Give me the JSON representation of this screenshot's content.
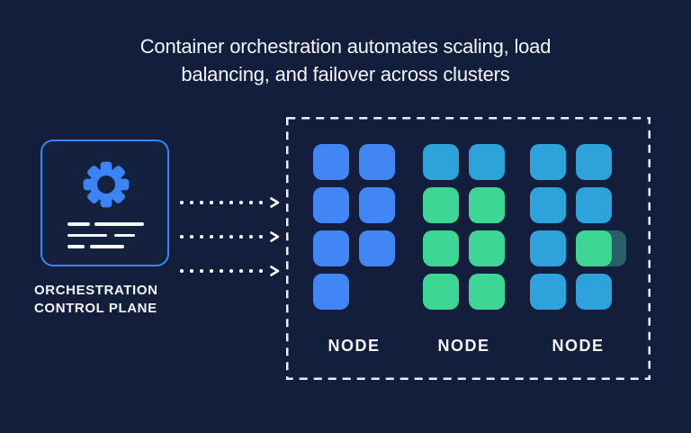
{
  "title": {
    "line1": "Container orchestration automates scaling, load",
    "line2": "balancing, and failover across clusters"
  },
  "control_plane": {
    "icon": "gear-icon",
    "label_line1": "ORCHESTRATION",
    "label_line2": "CONTROL PLANE"
  },
  "arrows": {
    "style": "dotted",
    "count": 3,
    "dots_per_arrow": 9,
    "color": "#FFFFFF"
  },
  "cluster": {
    "nodes": [
      {
        "label": "NODE",
        "cells": [
          [
            "blue",
            "blue"
          ],
          [
            "blue",
            "blue"
          ],
          [
            "blue",
            "blue"
          ],
          [
            "blue",
            null
          ]
        ]
      },
      {
        "label": "NODE",
        "cells": [
          [
            "cyan",
            "cyan"
          ],
          [
            "green",
            "green"
          ],
          [
            "green",
            "green"
          ],
          [
            "green",
            "green"
          ]
        ]
      },
      {
        "label": "NODE",
        "cells": [
          [
            "cyan",
            "cyan"
          ],
          [
            "cyan",
            "cyan"
          ],
          [
            "cyan",
            "green"
          ],
          [
            "cyan",
            "cyan"
          ]
        ],
        "ghost_cell": {
          "row": 2,
          "col": 1
        }
      }
    ]
  },
  "colors": {
    "background": "#121E3B",
    "panel_border": "#3C83F6",
    "gear": "#3C83F6",
    "square_blue": "#4285F5",
    "square_cyan": "#2DA2DB",
    "square_green": "#3ED695",
    "ghost_square": "#2B5E66",
    "text": "#F3F5F9",
    "dashed_border": "#EAEDF3"
  }
}
